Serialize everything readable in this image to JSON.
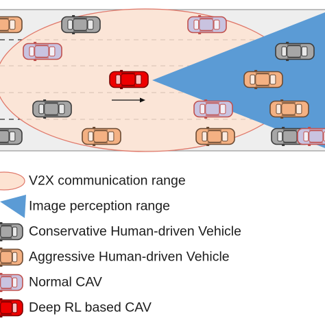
{
  "colors": {
    "road": "#eeeeee",
    "v2x_fill": "#fde3d2",
    "v2x_stroke": "#e0796b",
    "perception": "#5b9bd5",
    "conservative": "#a6a6a6",
    "aggressive": "#f4b183",
    "normal_cav": "#c9c3e0",
    "normal_cav_stroke": "#c0504d",
    "deep_rl": "#ee0000"
  },
  "legend": {
    "v2x": "V2X communication range",
    "perception": "Image perception range",
    "conservative": "Conservative Human-driven Vehicle",
    "aggressive": "Aggressive Human-driven Vehicle",
    "normal_cav": "Normal CAV",
    "deep_rl": "Deep RL based CAV"
  },
  "vehicles": [
    {
      "type": "aggressive"
    },
    {
      "type": "conservative"
    },
    {
      "type": "normal_cav"
    },
    {
      "type": "normal_cav"
    },
    {
      "type": "conservative"
    },
    {
      "type": "deep_rl"
    },
    {
      "type": "aggressive"
    },
    {
      "type": "conservative"
    },
    {
      "type": "normal_cav"
    },
    {
      "type": "aggressive"
    },
    {
      "type": "conservative"
    },
    {
      "type": "aggressive"
    },
    {
      "type": "aggressive"
    },
    {
      "type": "conservative"
    },
    {
      "type": "normal_cav"
    }
  ]
}
